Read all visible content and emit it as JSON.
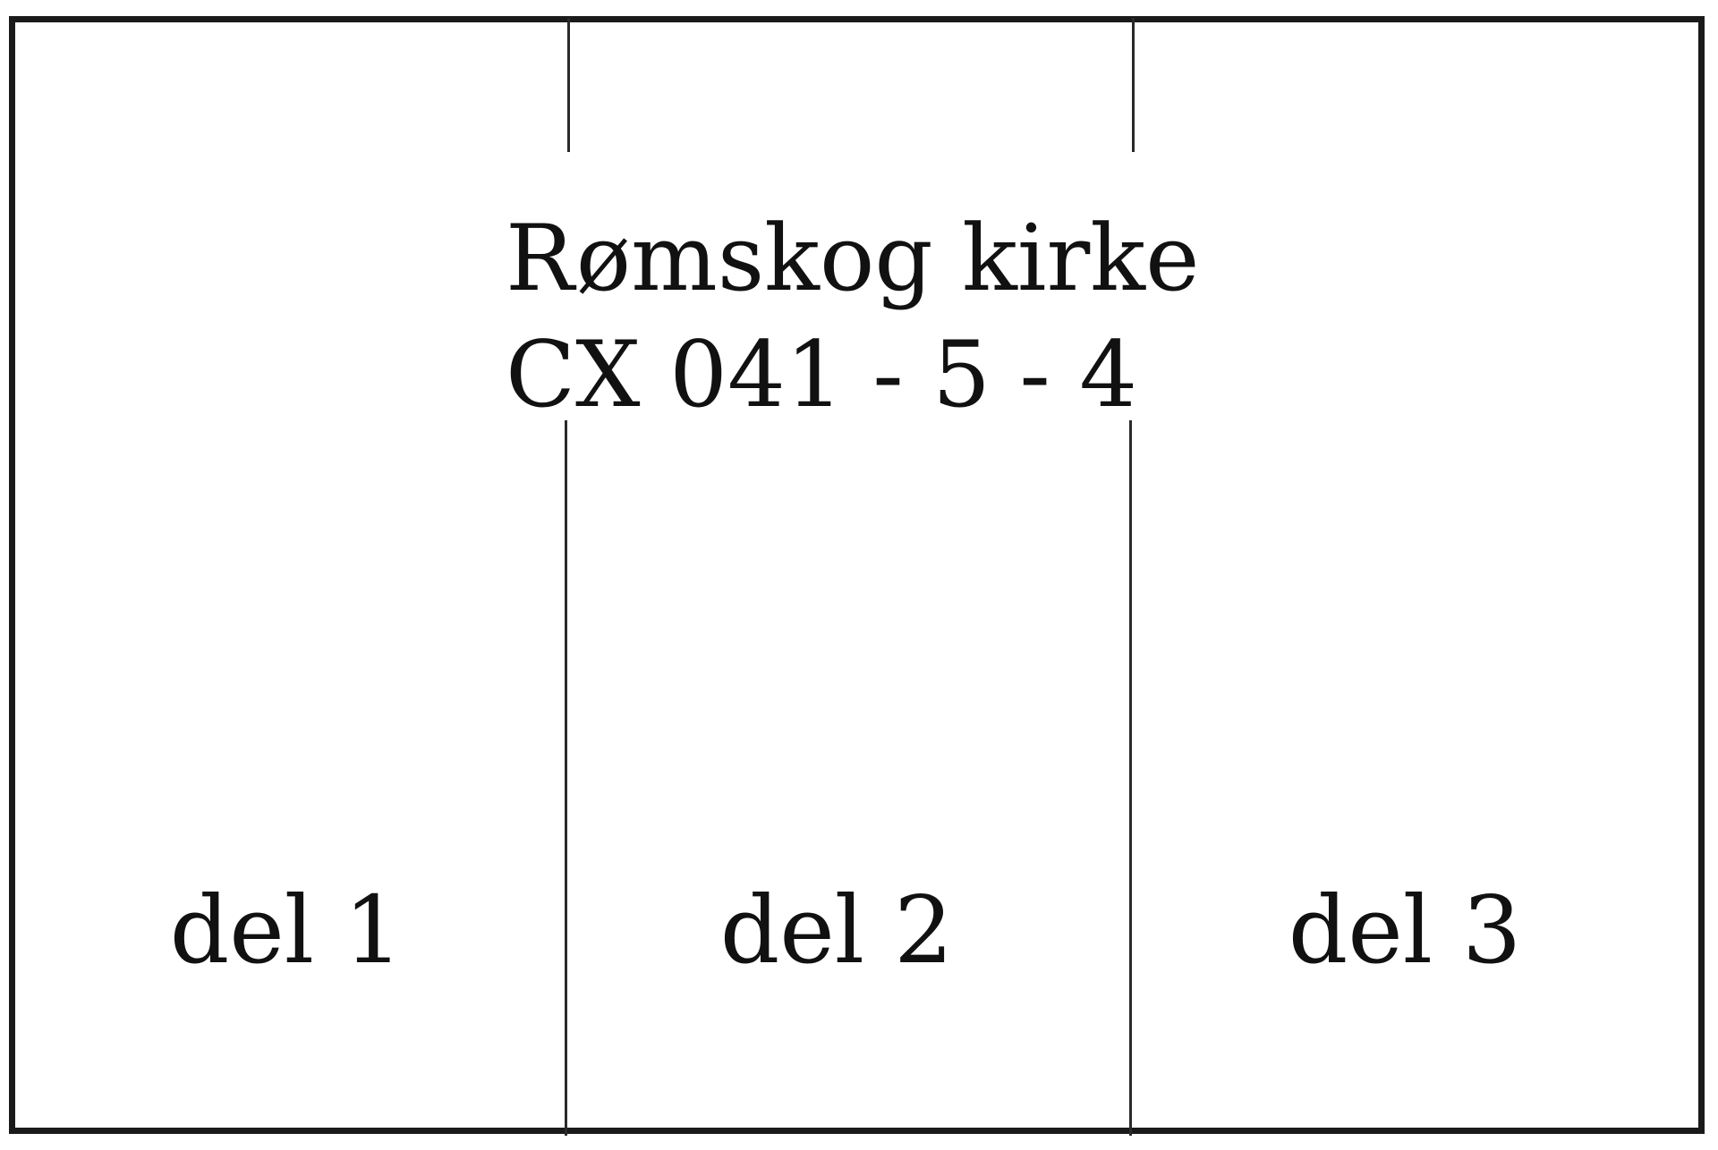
{
  "label": {
    "title": "Rømskog kirke",
    "code": "CX 041 - 5 - 4"
  },
  "parts": [
    {
      "label": "del 1"
    },
    {
      "label": "del 2"
    },
    {
      "label": "del 3"
    }
  ]
}
